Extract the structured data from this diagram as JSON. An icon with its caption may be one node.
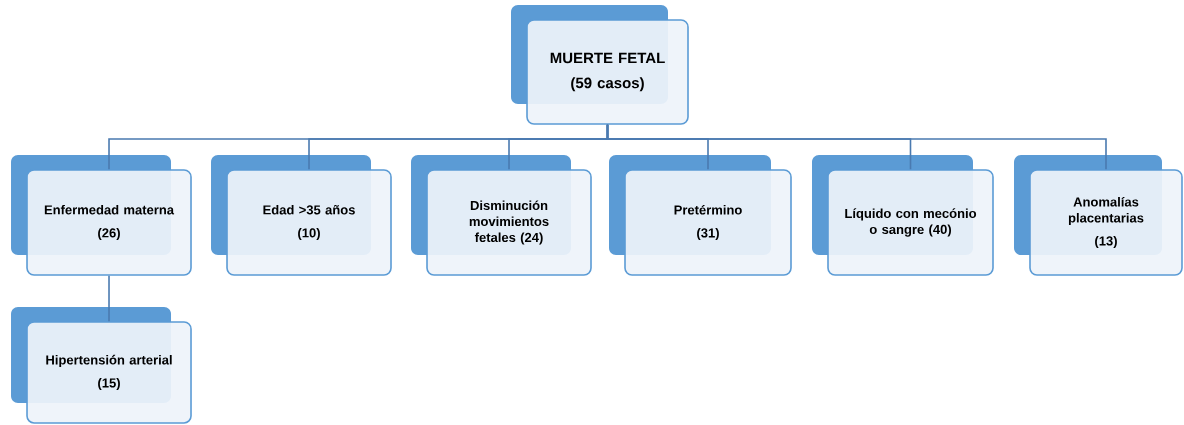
{
  "diagram": {
    "nodes": [
      {
        "text": [
          "MUERTE FETAL",
          "(59 casos)"
        ]
      },
      {
        "text": [
          "Enfermedad materna",
          "(26)"
        ]
      },
      {
        "text": [
          "Edad >35 años",
          "(10)"
        ]
      },
      {
        "text": [
          "Disminución movimientos fetales (24)"
        ]
      },
      {
        "text": [
          "Pretérmino",
          "(31)"
        ]
      },
      {
        "text": [
          "Líquido con mecónio o sangre (40)"
        ]
      },
      {
        "text": [
          "Anomalías placentarias",
          "(13)"
        ]
      },
      {
        "text": [
          "Hipertensión arterial",
          "(15)"
        ]
      }
    ],
    "edges": [
      {
        "from": 0,
        "to": 1,
        "arrow": "none"
      },
      {
        "from": 0,
        "to": 2,
        "arrow": "none"
      },
      {
        "from": 0,
        "to": 3,
        "arrow": "none"
      },
      {
        "from": 0,
        "to": 4,
        "arrow": "none"
      },
      {
        "from": 0,
        "to": 5,
        "arrow": "none"
      },
      {
        "from": 0,
        "to": 6,
        "arrow": "none"
      },
      {
        "from": 1,
        "to": 7,
        "arrow": "none"
      }
    ]
  }
}
